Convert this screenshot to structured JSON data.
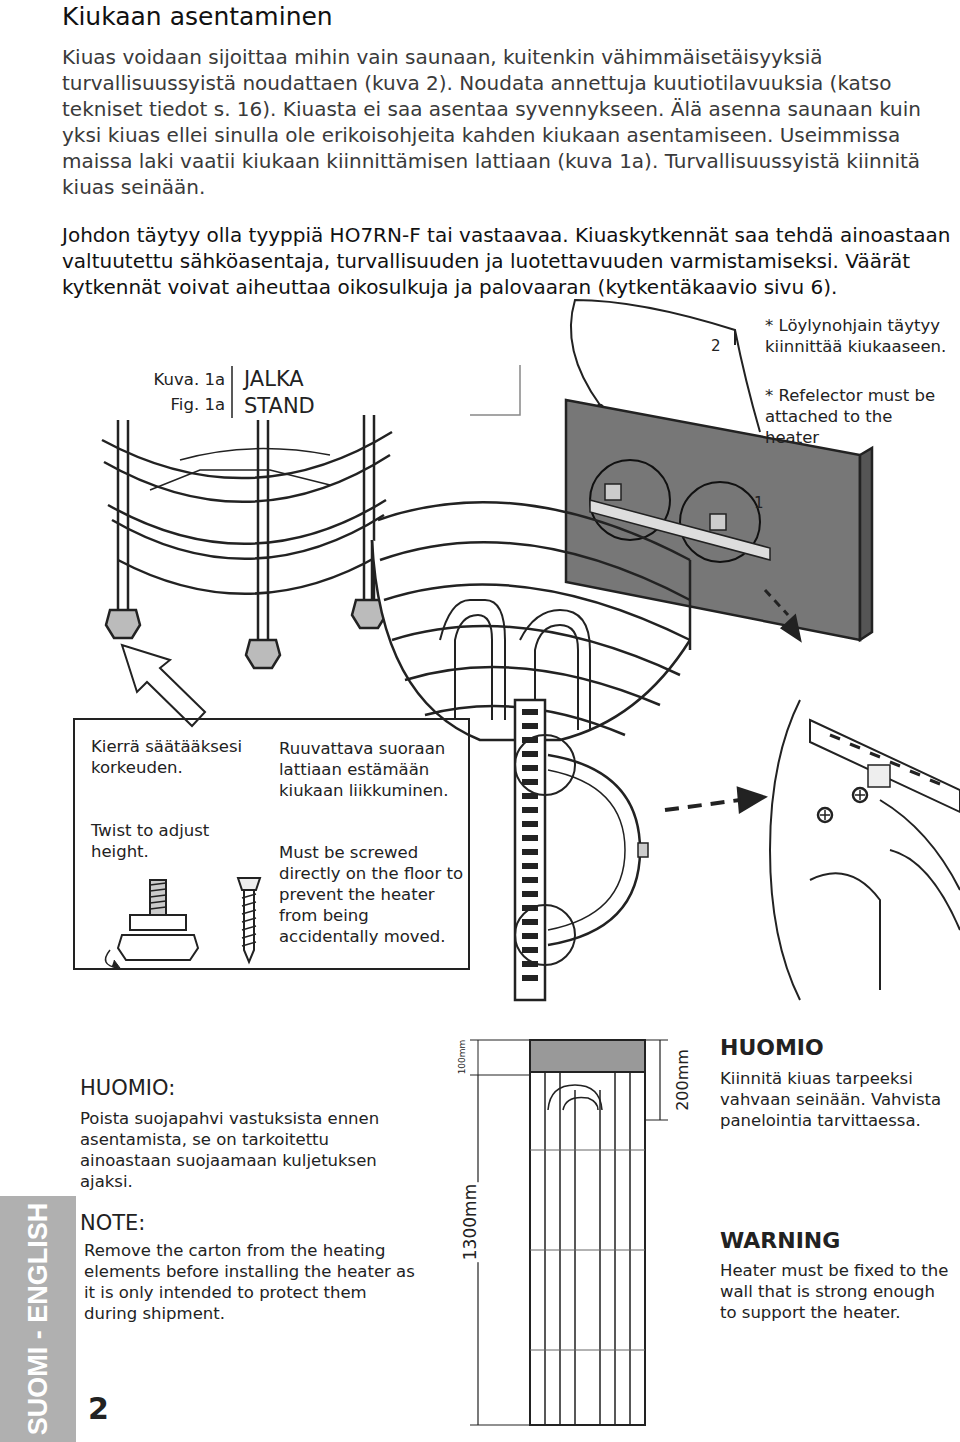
{
  "diagram": {
    "title": "Kiukaan asentaminen",
    "nodes": [
      {
        "text": [
          "Kierrä säätääksesi korkeuden.",
          "Twist to adjust height.",
          "Ruuvattava suoraan lattiaan estämään kiukaan liikkuminen.",
          "Must be screwed directly on the floor to prevent the heater from being accidentally moved."
        ]
      },
      {
        "text": [
          "SUOMI - ENGLISH"
        ]
      }
    ],
    "labels": [
      "Kiuas voidaan sijoittaa mihin vain saunaan, kuitenkin vähimmäisetäisyyksiä turvallisuussyistä noudattaen (kuva 2). Noudata annettuja kuutiotilavuuksia (katso tekniset tiedot s. 16). Kiuasta ei saa asentaa syvennykseen. Älä asenna saunaan kuin yksi kiuas ellei sinulla ole erikoisohjeita kahden kiukaan asentamiseen. Useimmissa maissa laki vaatii kiukaan kiinnittämisen lattiaan (kuva 1a). Turvallisuussyistä kiinnitä kiuas seinään.",
      "Johdon täytyy olla tyyppiä HO7RN-F tai vastaavaa. Kiuaskytkennät saa tehdä ainoastaan valtuutettu sähköasentaja, turvallisuuden ja luotettavuuden varmistamiseksi. Väärät kytkennät voivat aiheuttaa oikosulkuja ja palovaaran (kytkentäkaavio sivu 6).",
      "Kuva. 1a",
      "Fig. 1a",
      "JALKA",
      "STAND",
      "2",
      "* Löylynohjain täytyy kiinnittää kiukaaseen.",
      "* Refelector must be attached to the heater",
      "1",
      "HUOMIO:",
      "Poista suojapahvi vastuksista ennen asentamista, se on tarkoitettu ainoastaan suojaamaan kuljetuksen ajaksi.",
      "NOTE:",
      "Remove the carton from the heating elements before installing the heater as it is only intended to protect them during shipment.",
      "100mm",
      "200mm",
      "1300mm",
      "HUOMIO",
      "Kiinnitä kiuas tarpeeksi vahvaan seinään. Vahvista panelointia tarvittaessa.",
      "WARNING",
      "Heater must be fixed to the wall that is strong enough to support the heater.",
      "2"
    ]
  }
}
